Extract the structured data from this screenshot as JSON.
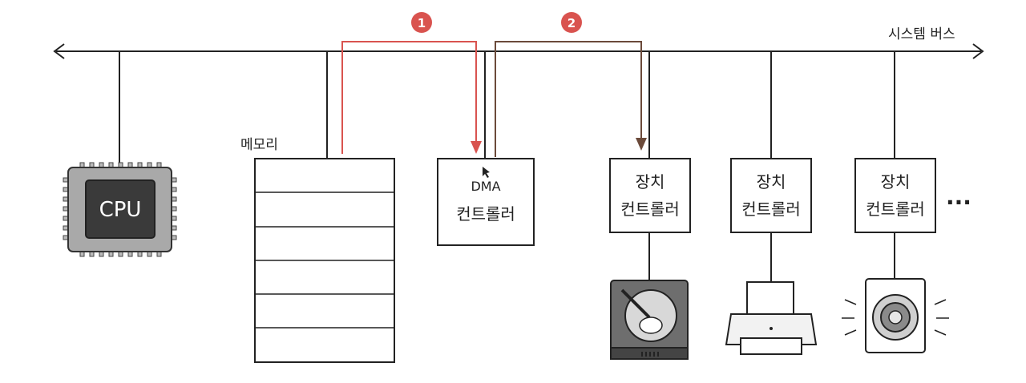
{
  "bus": {
    "label": "시스템 버스"
  },
  "cpu": {
    "label": "CPU"
  },
  "memory": {
    "label": "메모리",
    "cells": 6
  },
  "dma": {
    "line1": "DMA",
    "line2": "컨트롤러"
  },
  "devices": [
    {
      "line1": "장치",
      "line2": "컨트롤러",
      "icon": "hard-disk-icon"
    },
    {
      "line1": "장치",
      "line2": "컨트롤러",
      "icon": "printer-icon"
    },
    {
      "line1": "장치",
      "line2": "컨트롤러",
      "icon": "speaker-icon"
    }
  ],
  "more": "···",
  "steps": [
    {
      "num": "1",
      "color": "#d9534f"
    },
    {
      "num": "2",
      "color": "#d9534f"
    }
  ],
  "colors": {
    "path1": "#d9534f",
    "path2": "#6b4a3a",
    "line": "#222222"
  }
}
